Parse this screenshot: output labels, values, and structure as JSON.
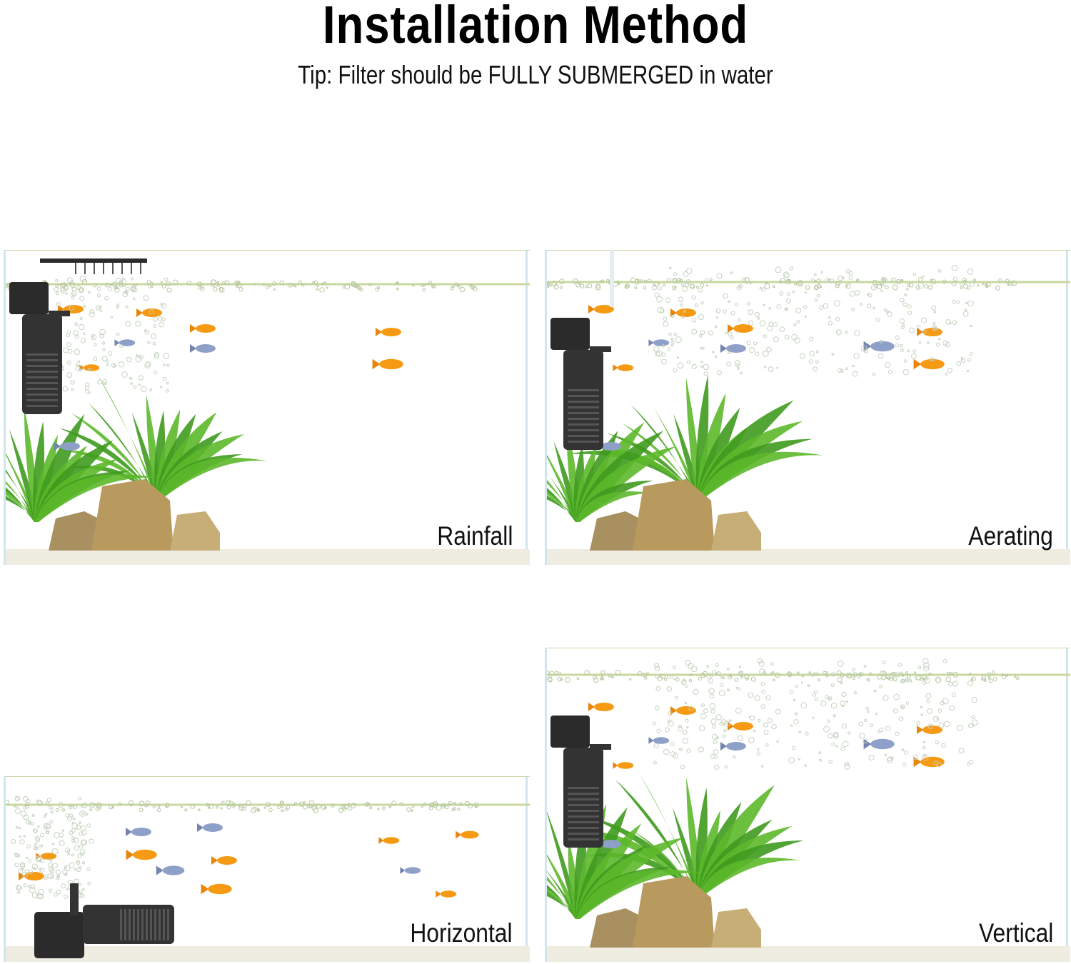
{
  "header": {
    "title": "Installation Method",
    "tip": "Tip: Filter should be FULLY SUBMERGED in water"
  },
  "panels": [
    {
      "id": "rainfall",
      "label": "Rainfall"
    },
    {
      "id": "aerating",
      "label": "Aerating"
    },
    {
      "id": "horizontal",
      "label": "Horizontal"
    },
    {
      "id": "vertical",
      "label": "Vertical"
    }
  ],
  "colors": {
    "tank_border": "#cfe6ee",
    "plant": "#5cb82a",
    "fish": "#f59a12",
    "filter": "#2b2b2b",
    "rock": "#b89a5e"
  }
}
